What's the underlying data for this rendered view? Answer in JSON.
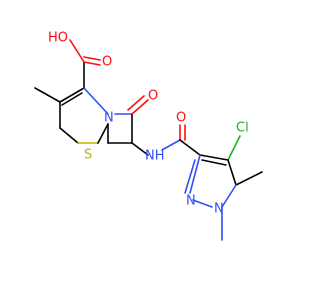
{
  "molecule": {
    "atoms": {
      "oh": {
        "text": "OH",
        "color": "#ff0d0d"
      },
      "ho": {
        "text": "HO",
        "color": "#ff0d0d"
      },
      "o_carbonyl_acid": {
        "text": "O",
        "color": "#ff0d0d"
      },
      "o_lactam": {
        "text": "O",
        "color": "#ff0d0d"
      },
      "o_amide": {
        "text": "O",
        "color": "#ff0d0d"
      },
      "n_ring": {
        "text": "N",
        "color": "#3050f8"
      },
      "s_ring": {
        "text": "S",
        "color": "#b8b800"
      },
      "nh_amide": {
        "text": "NH",
        "color": "#3050f8"
      },
      "cl": {
        "text": "Cl",
        "color": "#1fb01f"
      },
      "n_pyrazole_2": {
        "text": "N",
        "color": "#3050f8"
      },
      "n_pyrazole_1": {
        "text": "N",
        "color": "#3050f8"
      }
    }
  }
}
